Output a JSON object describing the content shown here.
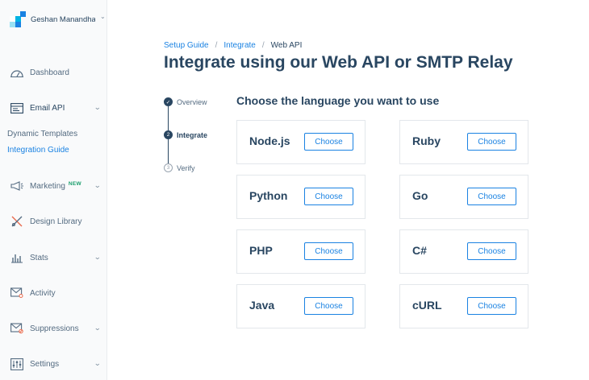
{
  "account": {
    "name": "Geshan Manandhar"
  },
  "nav": {
    "dashboard": "Dashboard",
    "email_api": "Email API",
    "dynamic_templates": "Dynamic Templates",
    "integration_guide": "Integration Guide",
    "marketing": "Marketing",
    "marketing_badge": "NEW",
    "design_library": "Design Library",
    "stats": "Stats",
    "activity": "Activity",
    "suppressions": "Suppressions",
    "settings": "Settings"
  },
  "breadcrumb": {
    "setup_guide": "Setup Guide",
    "integrate": "Integrate",
    "current": "Web API",
    "sep": "/"
  },
  "page_title": "Integrate using our Web API or SMTP Relay",
  "steps": [
    {
      "num": "✓",
      "label": "Overview",
      "state": "done"
    },
    {
      "num": "2",
      "label": "Integrate",
      "state": "current"
    },
    {
      "num": "3",
      "label": "Verify",
      "state": "todo"
    }
  ],
  "section_title": "Choose the language you want to use",
  "languages": [
    {
      "name": "Node.js",
      "button": "Choose"
    },
    {
      "name": "Ruby",
      "button": "Choose"
    },
    {
      "name": "Python",
      "button": "Choose"
    },
    {
      "name": "Go",
      "button": "Choose"
    },
    {
      "name": "PHP",
      "button": "Choose"
    },
    {
      "name": "C#",
      "button": "Choose"
    },
    {
      "name": "Java",
      "button": "Choose"
    },
    {
      "name": "cURL",
      "button": "Choose"
    }
  ],
  "colors": {
    "brand_navy": "#294661",
    "link_blue": "#1a82e2",
    "new_badge_green": "#1a9e6c"
  }
}
